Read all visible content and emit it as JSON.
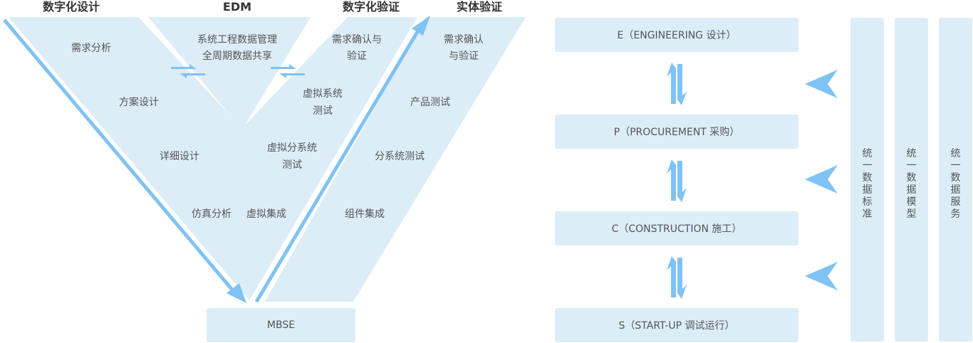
{
  "v_diagram": {
    "headers": [
      "数字化设计",
      "EDM",
      "数字化验证",
      "实体验证"
    ],
    "design_steps": [
      "需求分析",
      "方案设计",
      "详细设计",
      "仿真分析"
    ],
    "edm_lines": [
      "系统工程数据管理",
      "全周期数据共享"
    ],
    "verify_steps": [
      [
        "需求确认与",
        "验证"
      ],
      [
        "虚拟系统",
        "测试"
      ],
      [
        "虚拟分系统",
        "测试"
      ],
      [
        "虚拟集成"
      ]
    ],
    "physical_steps": [
      [
        "需求确认",
        "与验证"
      ],
      [
        "产品测试"
      ],
      [
        "分系统测试"
      ],
      [
        "组件集成"
      ]
    ],
    "bottom": "MBSE"
  },
  "epcs": {
    "stages": [
      "E（ENGINEERING 设计）",
      "P（PROCUREMENT 采购）",
      "C（CONSTRUCTION 施工）",
      "S（START-UP 调试运行）"
    ],
    "columns": [
      "统一数据标准",
      "统一数据模型",
      "统一数据服务"
    ]
  },
  "colors": {
    "fill": "#dcedf8",
    "arrow": "#7fc2f4",
    "text": "#555555",
    "heading": "#333333"
  }
}
